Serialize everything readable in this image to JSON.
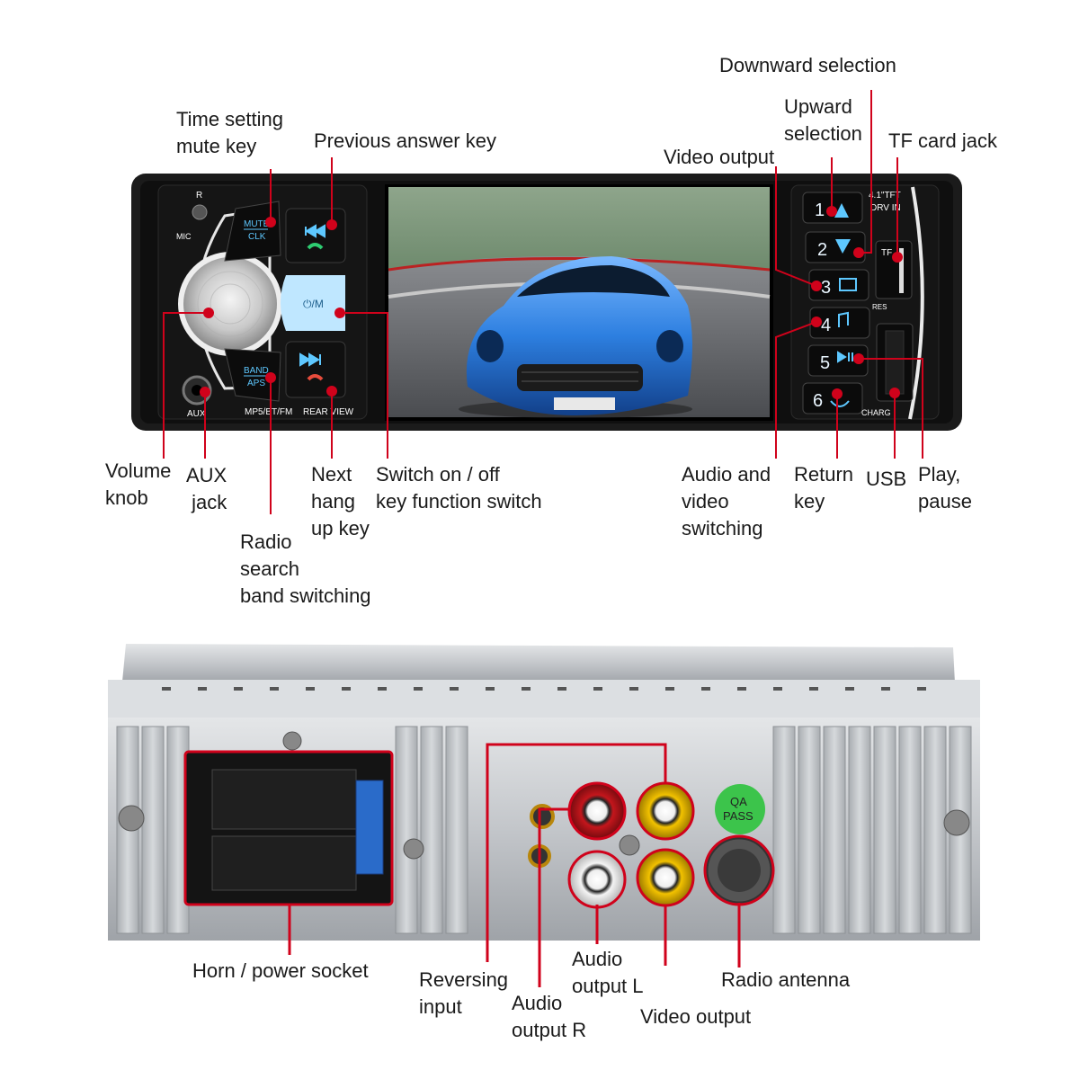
{
  "front_labels": {
    "downward_selection": "Downward selection",
    "upward_selection": "Upward\nselection",
    "time_setting_mute": "Time setting\nmute key",
    "previous_answer": "Previous answer key",
    "video_output_top": "Video output",
    "tf_card_jack": "TF card jack",
    "volume_knob": "Volume\nknob",
    "aux_jack": "AUX\njack",
    "next_hang_up": "Next\nhang\nup key",
    "switch_on_off": "Switch on / off\nkey function switch",
    "radio_search": "Radio\nsearch\nband switching",
    "audio_video_switching": "Audio and\nvideo\nswitching",
    "return_key": "Return\nkey",
    "usb": "USB",
    "play_pause": "Play,\npause"
  },
  "rear_labels": {
    "horn_power": "Horn / power socket",
    "reversing_input": "Reversing\ninput",
    "audio_output_l": "Audio\noutput L",
    "audio_output_r": "Audio\noutput R",
    "video_output_bottom": "Video output",
    "radio_antenna": "Radio antenna"
  },
  "device_printed": {
    "mute": "MUTE",
    "clk": "CLK",
    "band": "BAND",
    "aps": "APS",
    "power_mode": "⏻/M",
    "mic": "MIC",
    "aux": "AUX",
    "ir": "R",
    "mp5": "MP5/BT/FM",
    "rear_view": "REAR VIEW",
    "tft": "4.1\"TFT",
    "drv_in": "DRV IN",
    "tf": "TF",
    "res": "RES",
    "charg": "CHARG",
    "keys": [
      "1",
      "2",
      "3",
      "4",
      "5",
      "6"
    ],
    "qa_pass_1": "QA",
    "qa_pass_2": "PASS"
  },
  "colors": {
    "callout_line": "#d0021b",
    "device_body": "#141414",
    "button_glow": "#5ec8ff",
    "metal": "#c9ccd0"
  },
  "icons": [
    "prev-track-icon",
    "next-track-icon",
    "phone-answer-icon",
    "phone-hangup-icon",
    "arrow-up-icon",
    "arrow-down-icon",
    "tv-icon",
    "music-icon",
    "play-pause-icon",
    "return-icon"
  ]
}
